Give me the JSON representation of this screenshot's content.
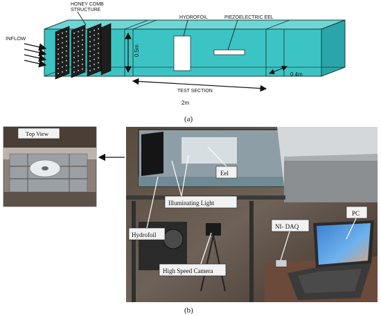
{
  "panel_a": {
    "label": "(a)",
    "inflow": "INFLOW",
    "honeycomb_line1": "HONEY COMB",
    "honeycomb_line2": "STRUCTURE",
    "hydrofoil": "HYDROFOIL",
    "eel": "PIEZOELECTRIC EEL",
    "height": "0.5m",
    "width": "0.4m",
    "test_section": "TEST SECTION",
    "length": "2m",
    "colors": {
      "water": "#3cc4c4",
      "water_dark": "#2aa6aa",
      "outline": "#1a3a3a"
    }
  },
  "panel_b": {
    "label": "(b)",
    "top_view": "Top View",
    "eel": "Eel",
    "illuminating_light": "Illuminating Light",
    "hydrofoil": "Hydrofoil",
    "ni_daq": "NI- DAQ",
    "pc": "PC",
    "camera": "High Speed Camera"
  }
}
